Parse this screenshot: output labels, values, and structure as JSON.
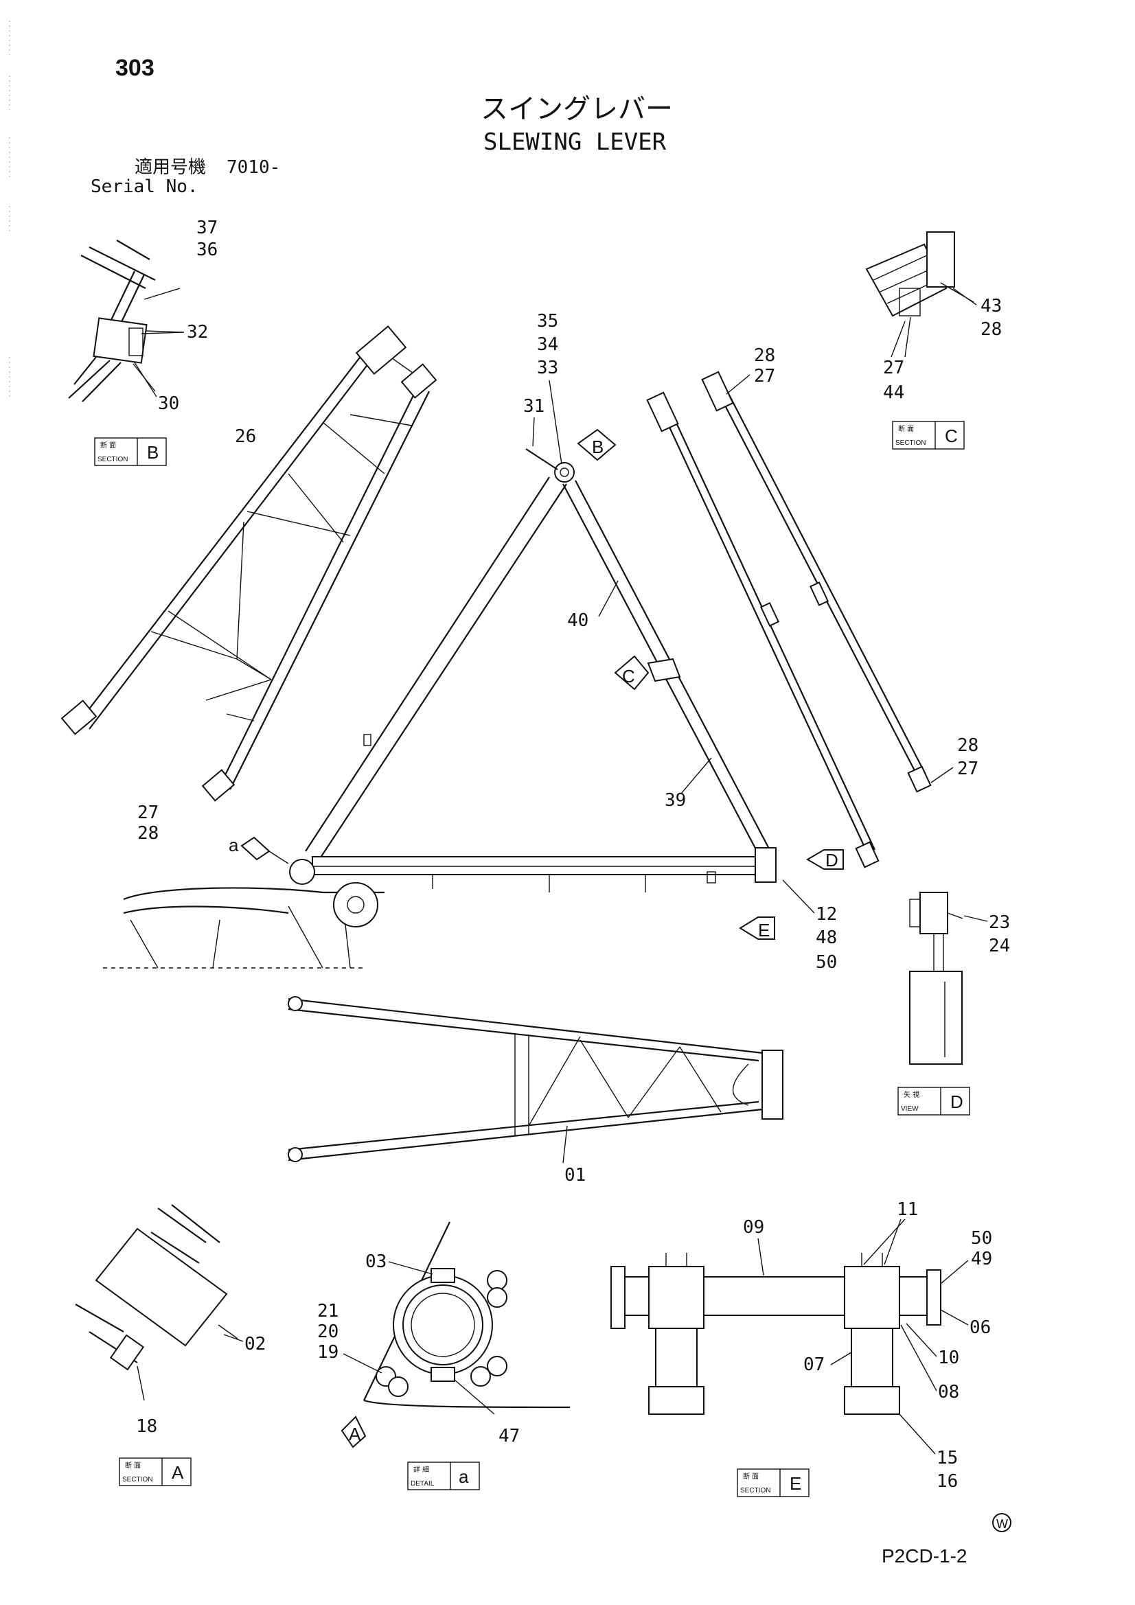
{
  "page_number": "303",
  "title_jp": "スイングレバー",
  "title_en": "SLEWING LEVER",
  "serial_label_jp": "適用号機",
  "serial_label_en": "Serial No.",
  "serial_value": "7010-",
  "footer_code": "P2CD-1-2",
  "footer_mark": "W",
  "tags": [
    {
      "jp": "断 面",
      "en": "SECTION",
      "letter": "B"
    },
    {
      "jp": "断 面",
      "en": "SECTION",
      "letter": "C"
    },
    {
      "jp": "矢 視",
      "en": "VIEW",
      "letter": "D"
    },
    {
      "jp": "断 面",
      "en": "SECTION",
      "letter": "A"
    },
    {
      "jp": "詳 細",
      "en": "DETAIL",
      "letter": "a"
    },
    {
      "jp": "断 面",
      "en": "SECTION",
      "letter": "E"
    }
  ],
  "view_markers": [
    "B",
    "C",
    "D",
    "E",
    "A"
  ],
  "detail_marker": "a",
  "part_labels": [
    "37",
    "36",
    "32",
    "30",
    "26",
    "35",
    "34",
    "33",
    "31",
    "40",
    "28",
    "27",
    "43",
    "28",
    "27",
    "44",
    "28",
    "27",
    "39",
    "27",
    "28",
    "12",
    "48",
    "50",
    "23",
    "24",
    "01",
    "11",
    "09",
    "50",
    "49",
    "06",
    "10",
    "08",
    "07",
    "15",
    "16",
    "03",
    "21",
    "20",
    "19",
    "47",
    "02",
    "18"
  ]
}
